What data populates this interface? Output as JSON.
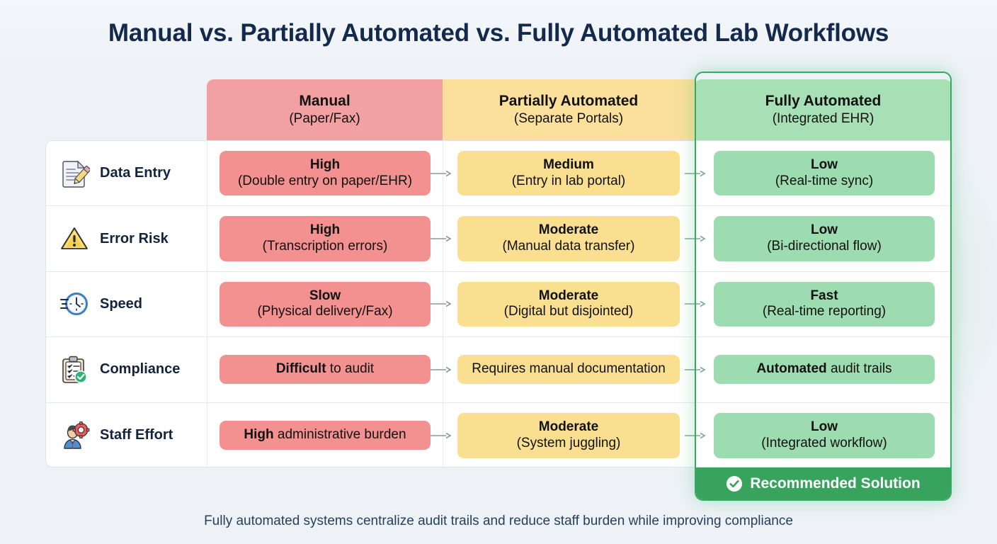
{
  "title": "Manual vs. Partially Automated vs. Fully Automated Lab Workflows",
  "columns": [
    {
      "name": "Manual",
      "sub": "(Paper/Fax)",
      "color": "#f2a0a2"
    },
    {
      "name": "Partially Automated",
      "sub": "(Separate Portals)",
      "color": "#fae09a"
    },
    {
      "name": "Fully Automated",
      "sub": "(Integrated EHR)",
      "color": "#a6e0b4"
    }
  ],
  "rows": [
    {
      "label": "Data Entry",
      "icon": "document-pencil-icon",
      "manual": {
        "line1": "High",
        "line2": "(Double entry on paper/EHR)"
      },
      "partial": {
        "line1": "Medium",
        "line2": "(Entry in lab portal)"
      },
      "full": {
        "line1": "Low",
        "line2": "(Real-time sync)"
      }
    },
    {
      "label": "Error Risk",
      "icon": "warning-triangle-icon",
      "manual": {
        "line1": "High",
        "line2": "(Transcription errors)"
      },
      "partial": {
        "line1": "Moderate",
        "line2": "(Manual data transfer)"
      },
      "full": {
        "line1": "Low",
        "line2": "(Bi-directional flow)"
      }
    },
    {
      "label": "Speed",
      "icon": "fast-clock-icon",
      "manual": {
        "line1": "Slow",
        "line2": "(Physical delivery/Fax)"
      },
      "partial": {
        "line1": "Moderate",
        "line2": "(Digital but disjointed)"
      },
      "full": {
        "line1": "Fast",
        "line2": "(Real-time reporting)"
      }
    },
    {
      "label": "Compliance",
      "icon": "clipboard-check-icon",
      "manual": {
        "strong": "Difficult",
        "rest": " to audit"
      },
      "partial": {
        "plain": "Requires manual documentation"
      },
      "full": {
        "strong": "Automated",
        "rest": " audit trails"
      }
    },
    {
      "label": "Staff Effort",
      "icon": "person-gear-icon",
      "manual": {
        "strong": "High",
        "rest": " administrative burden"
      },
      "partial": {
        "line1": "Moderate",
        "line2": "(System juggling)"
      },
      "full": {
        "line1": "Low",
        "line2": "(Integrated workflow)"
      }
    }
  ],
  "recommended": {
    "label": "Recommended Solution",
    "icon": "check-circle-icon",
    "color": "#38a35c"
  },
  "caption": "Fully automated systems centralize audit trails and reduce staff burden while improving compliance",
  "palette": {
    "manual": "#f2918f",
    "partial": "#fadf91",
    "full": "#9ddcb0",
    "title": "#142a4c",
    "highlight_border": "#3aa865",
    "background": "#eef2f7"
  }
}
